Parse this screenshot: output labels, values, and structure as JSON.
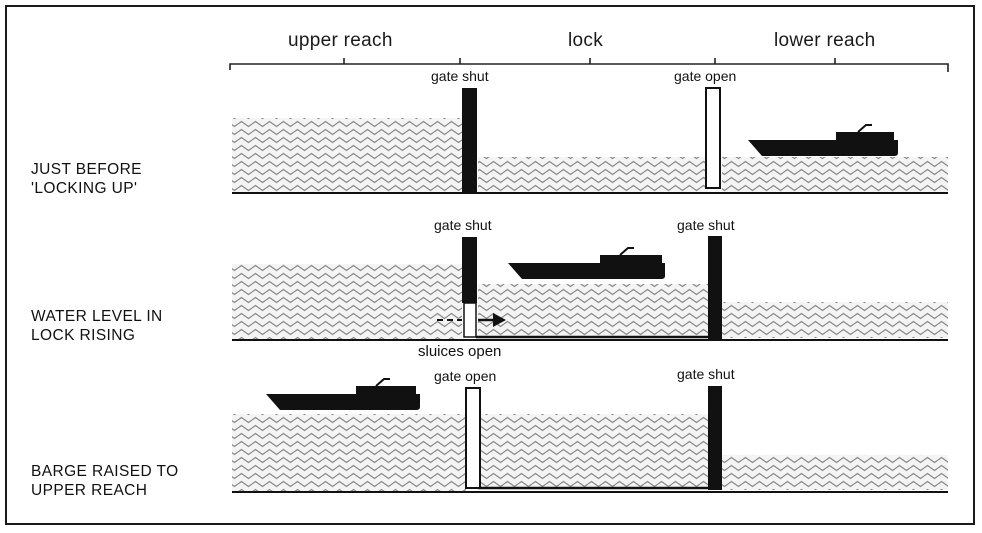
{
  "diagram": {
    "sections": {
      "upper": "upper reach",
      "lock": "lock",
      "lower": "lower reach"
    },
    "rows": [
      {
        "caption_line1": "JUST BEFORE",
        "caption_line2": "'LOCKING UP'",
        "upper_gate_label": "gate shut",
        "lower_gate_label": "gate open",
        "upper_gate_state": "shut",
        "lower_gate_state": "open"
      },
      {
        "caption_line1": "WATER LEVEL IN",
        "caption_line2": "LOCK RISING",
        "upper_gate_label": "gate shut",
        "lower_gate_label": "gate shut",
        "upper_gate_state": "shut",
        "lower_gate_state": "shut",
        "sluice_label": "sluices open"
      },
      {
        "caption_line1": "BARGE RAISED TO",
        "caption_line2": "UPPER REACH",
        "upper_gate_label": "gate open",
        "lower_gate_label": "gate shut",
        "upper_gate_state": "open",
        "lower_gate_state": "shut"
      }
    ]
  },
  "colors": {
    "ink": "#111111",
    "water_line": "#8a8a8a",
    "water_bg": "#f4f4f4"
  }
}
